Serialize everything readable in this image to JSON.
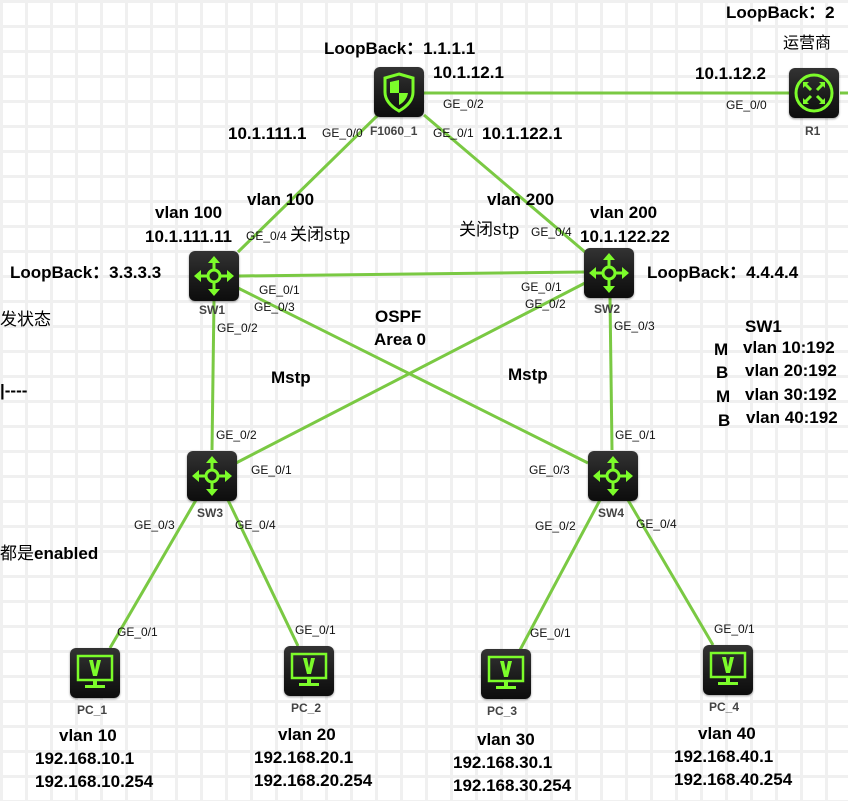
{
  "colors": {
    "link": "#7ac943",
    "icon_green": "#7cfc2a",
    "device_bg": "#1e1e1e",
    "grid": "#f0f0f0"
  },
  "devices": {
    "fw": {
      "name": "F1060_1",
      "icon": "firewall-shield-icon",
      "loopback": "LoopBack：1.1.1.1"
    },
    "r1": {
      "name": "R1",
      "icon": "router-icon",
      "loopback": "LoopBack：2",
      "note": "运营商"
    },
    "sw1": {
      "name": "SW1",
      "icon": "switch-icon",
      "loopback": "LoopBack：3.3.3.3",
      "vlan": "vlan 100",
      "ip": "10.1.111.11",
      "stp_note": "关闭stp"
    },
    "sw2": {
      "name": "SW2",
      "icon": "switch-icon",
      "loopback": "LoopBack：4.4.4.4",
      "vlan": "vlan 200",
      "ip": "10.1.122.22",
      "stp_note": "关闭stp"
    },
    "sw3": {
      "name": "SW3",
      "icon": "switch-icon"
    },
    "sw4": {
      "name": "SW4",
      "icon": "switch-icon"
    },
    "pc1": {
      "name": "PC_1",
      "icon": "pc-monitor-icon",
      "vlan": "vlan 10",
      "ip": "192.168.10.1",
      "gateway": "192.168.10.254",
      "port": "GE_0/1"
    },
    "pc2": {
      "name": "PC_2",
      "icon": "pc-monitor-icon",
      "vlan": "vlan 20",
      "ip": "192.168.20.1",
      "gateway": "192.168.20.254",
      "port": "GE_0/1"
    },
    "pc3": {
      "name": "PC_3",
      "icon": "pc-monitor-icon",
      "vlan": "vlan 30",
      "ip": "192.168.30.1",
      "gateway": "192.168.30.254",
      "port": "GE_0/1"
    },
    "pc4": {
      "name": "PC_4",
      "icon": "pc-monitor-icon",
      "vlan": "vlan 40",
      "ip": "192.168.40.1",
      "gateway": "192.168.40.254",
      "port": "GE_0/1"
    }
  },
  "fw_ports": {
    "ge00": "GE_0/0",
    "ge00_ip": "10.1.111.1",
    "ge01": "GE_0/1",
    "ge01_ip": "10.1.122.1",
    "ge02": "GE_0/2",
    "ge02_ip": "10.1.12.1"
  },
  "r1_ports": {
    "ge00": "GE_0/0",
    "ge00_ip": "10.1.12.2"
  },
  "link_labels": {
    "fw_sw1_vlan": "vlan 100",
    "fw_sw2_vlan": "vlan 200"
  },
  "sw_ports": {
    "sw1": {
      "ge01": "GE_0/1",
      "ge02": "GE_0/2",
      "ge03": "GE_0/3",
      "ge04": "GE_0/4"
    },
    "sw2": {
      "ge01": "GE_0/1",
      "ge02": "GE_0/2",
      "ge03": "GE_0/3",
      "ge04": "GE_0/4"
    },
    "sw3": {
      "ge01": "GE_0/1",
      "ge02": "GE_0/2",
      "ge03": "GE_0/3",
      "ge04": "GE_0/4"
    },
    "sw4": {
      "ge01": "GE_0/1",
      "ge02": "GE_0/2",
      "ge03": "GE_0/3",
      "ge04": "GE_0/4"
    }
  },
  "annotations": {
    "ospf": "OSPF",
    "area": "Area 0",
    "mstp_left": "Mstp",
    "mstp_right": "Mstp",
    "left_fragment_1": "发状态",
    "left_fragment_2": "|----",
    "left_fragment_3_cn": "都是",
    "left_fragment_3_en": "enabled"
  },
  "sw1_table": {
    "title": "SW1",
    "rows": [
      {
        "role": "M",
        "text": "vlan 10:192"
      },
      {
        "role": "B",
        "text": "vlan 20:192"
      },
      {
        "role": "M",
        "text": "vlan 30:192"
      },
      {
        "role": "B",
        "text": "vlan 40:192"
      }
    ]
  }
}
